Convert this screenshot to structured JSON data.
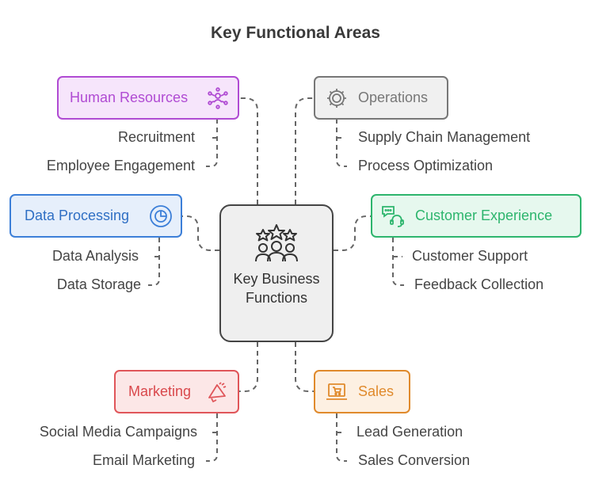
{
  "title": "Key Functional Areas",
  "center": {
    "label": "Key Business Functions"
  },
  "areas": [
    {
      "label": "Human Resources",
      "icon": "people-network-icon",
      "color": "#b04bd3",
      "fill": "#f6e5fb",
      "items": [
        "Recruitment",
        "Employee Engagement"
      ]
    },
    {
      "label": "Operations",
      "icon": "gear-icon",
      "color": "#777777",
      "fill": "#f0f0f0",
      "items": [
        "Supply Chain Management",
        "Process Optimization"
      ]
    },
    {
      "label": "Data Processing",
      "icon": "pie-chart-icon",
      "color": "#3c7fd8",
      "fill": "#e6effb",
      "items": [
        "Data Analysis",
        "Data Storage"
      ]
    },
    {
      "label": "Customer Experience",
      "icon": "chat-headset-icon",
      "color": "#2db56d",
      "fill": "#e6f8ee",
      "items": [
        "Customer Support",
        "Feedback Collection"
      ]
    },
    {
      "label": "Marketing",
      "icon": "megaphone-icon",
      "color": "#e0565a",
      "fill": "#fce7e7",
      "items": [
        "Social Media Campaigns",
        "Email Marketing"
      ]
    },
    {
      "label": "Sales",
      "icon": "laptop-cart-icon",
      "color": "#e08a2c",
      "fill": "#fdf0e2",
      "items": [
        "Lead Generation",
        "Sales Conversion"
      ]
    }
  ]
}
